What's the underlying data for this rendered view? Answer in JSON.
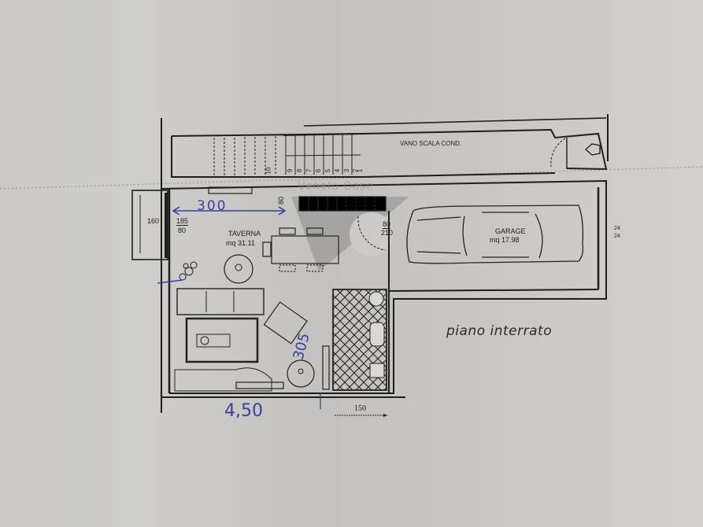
{
  "plan": {
    "floor_label": "piano interrato",
    "stair_label": "VANO SCALA COND.",
    "stair_step_numbers": [
      "10",
      "9",
      "8",
      "7",
      "6",
      "5",
      "4",
      "3",
      "2",
      "1"
    ],
    "rooms": [
      {
        "name": "TAVERNA",
        "area": "mq 31.11"
      },
      {
        "name": "GARAGE",
        "area": "mq 17.98"
      }
    ],
    "dimensions": {
      "window_left_outer": "160",
      "window_left_h": "185",
      "window_left_w": "80",
      "stair_opening": "80",
      "door_w": "80",
      "door_h": "210",
      "right_window_top": "24",
      "right_window_bottom": "24",
      "bottom_measure": "150"
    },
    "handwritten": {
      "width_top": "300",
      "width_bottom": "4,50",
      "side": "305"
    },
    "watermark": "Veneto Case",
    "colors": {
      "line": "#1e1e1e",
      "ink": "#3a3fa0",
      "watermark": "#8a8a8a"
    }
  }
}
